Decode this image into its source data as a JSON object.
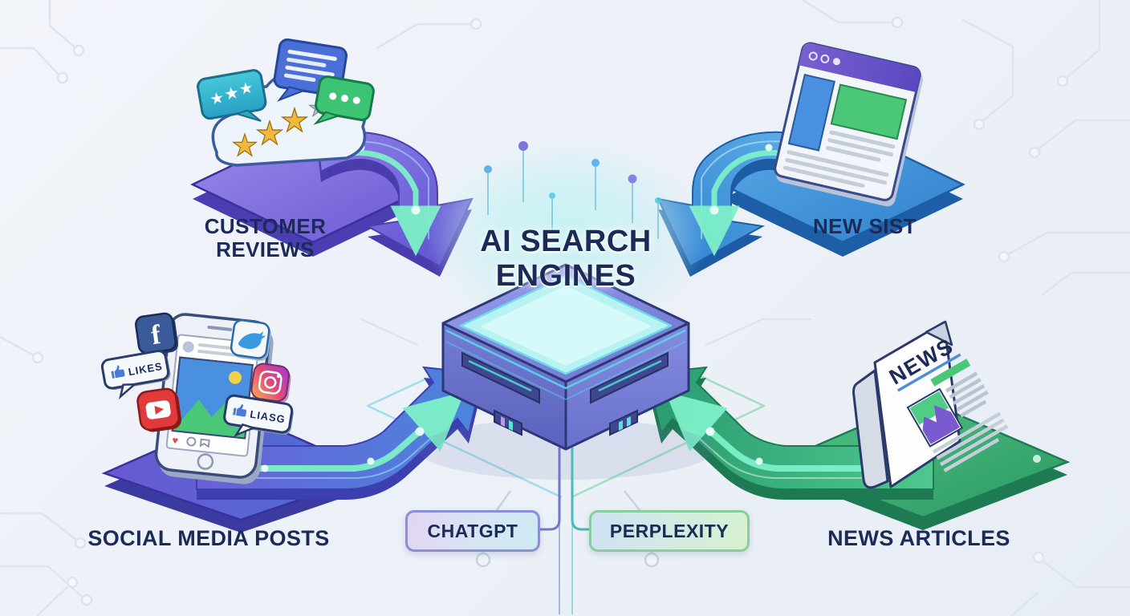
{
  "center": {
    "title_line1": "AI SEARCH",
    "title_line2": "ENGINES",
    "engines": {
      "chatgpt": "CHATGPT",
      "perplexity": "PERPLEXITY"
    }
  },
  "sources": {
    "customer_reviews": {
      "label_line1": "CUSTOMER",
      "label_line2": "REVIEWS"
    },
    "news_sites": {
      "label": "NEW SIST"
    },
    "social_media": {
      "label": "SOCIAL MEDIA POSTS"
    },
    "news_articles": {
      "label": "NEWS ARTICLES"
    }
  },
  "illustration_text": {
    "news_masthead": "NEWS",
    "likes_bubble_left": "LIKES",
    "likes_bubble_right": "LIASG",
    "facebook_letter": "f"
  },
  "colors": {
    "label_text": "#1c2a58",
    "purple_arrow": "#6a5ad8",
    "blue_arrow": "#3d8fdc",
    "green_arrow": "#34a878",
    "mint_accent": "#7df0c8",
    "server_glow": "#bff0f2",
    "background": "#eef1f7"
  }
}
